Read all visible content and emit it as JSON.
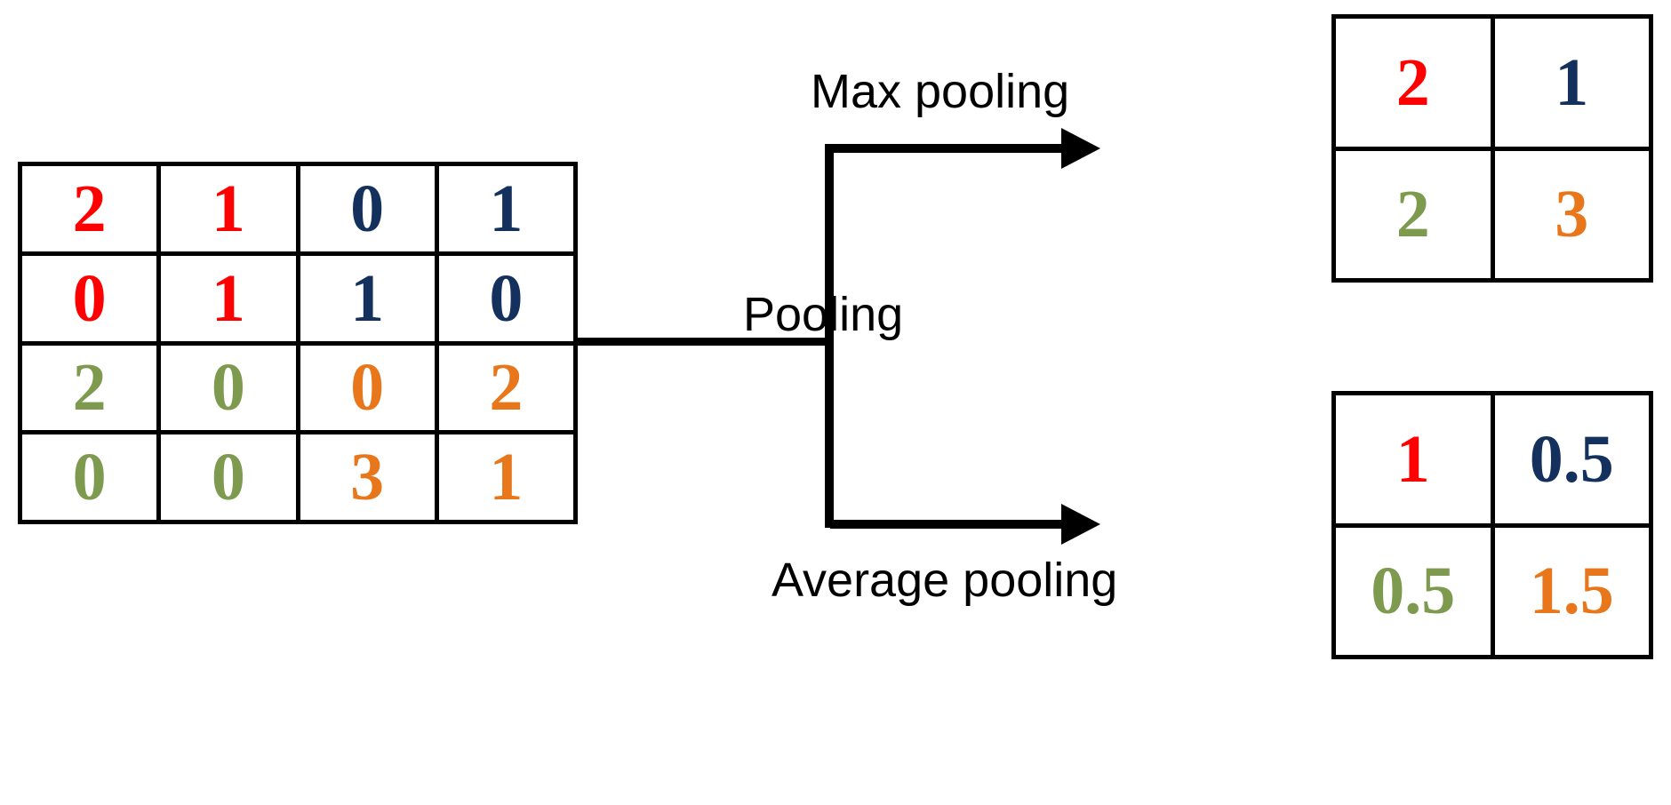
{
  "diagram": {
    "title": "Pooling",
    "colors": {
      "red": "#FF0000",
      "navy": "#13315C",
      "green": "#7D9A4F",
      "orange": "#E8761B",
      "line": "#000000",
      "background": "#FFFFFF"
    }
  },
  "labels": {
    "pooling": "Pooling",
    "max_pooling": "Max pooling",
    "average_pooling": "Average pooling"
  },
  "chart_data": {
    "type": "table",
    "title": "Pooling",
    "input": {
      "name": "input-feature-map",
      "rows": 4,
      "cols": 4,
      "values": [
        [
          2,
          1,
          0,
          1
        ],
        [
          0,
          1,
          1,
          0
        ],
        [
          2,
          0,
          0,
          2
        ],
        [
          0,
          0,
          3,
          1
        ]
      ],
      "cell_colors": [
        [
          "#FF0000",
          "#FF0000",
          "#13315C",
          "#13315C"
        ],
        [
          "#FF0000",
          "#FF0000",
          "#13315C",
          "#13315C"
        ],
        [
          "#7D9A4F",
          "#7D9A4F",
          "#E8761B",
          "#E8761B"
        ],
        [
          "#7D9A4F",
          "#7D9A4F",
          "#E8761B",
          "#E8761B"
        ]
      ]
    },
    "max_pooling_output": {
      "name": "max-pooling-output",
      "rows": 2,
      "cols": 2,
      "values": [
        [
          2,
          1
        ],
        [
          2,
          3
        ]
      ],
      "cell_colors": [
        [
          "#FF0000",
          "#13315C"
        ],
        [
          "#7D9A4F",
          "#E8761B"
        ]
      ]
    },
    "average_pooling_output": {
      "name": "average-pooling-output",
      "rows": 2,
      "cols": 2,
      "values": [
        [
          1,
          0.5
        ],
        [
          0.5,
          1.5
        ]
      ],
      "cell_colors": [
        [
          "#FF0000",
          "#13315C"
        ],
        [
          "#7D9A4F",
          "#E8761B"
        ]
      ]
    }
  }
}
